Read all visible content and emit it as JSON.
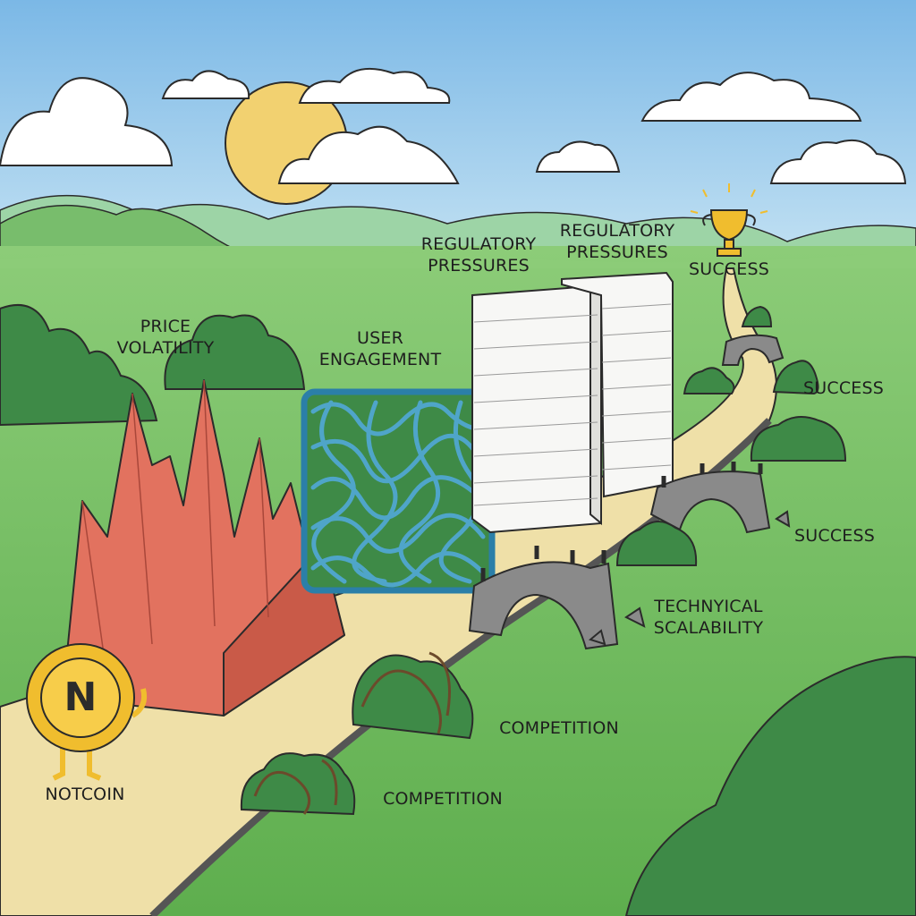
{
  "labels": {
    "price_volatility": [
      "PRICE",
      "VOLATILITY"
    ],
    "user_engagement": [
      "USER",
      "ENGAGEMENT"
    ],
    "regulatory_1": [
      "REGULATORY",
      "PRESSURES"
    ],
    "regulatory_2": [
      "REGULATORY",
      "PRESSURES"
    ],
    "success_1": "SUCCESS",
    "success_2": "SUCCESS",
    "success_3": "SUCCESS",
    "technical": [
      "TECHNYICAL",
      "SCALABILITY"
    ],
    "competition_1": "COMPETITION",
    "competition_2": "COMPETITION",
    "notcoin": "NOTCOIN",
    "coin_letter": "N"
  },
  "colors": {
    "sky": "#8fc6ea",
    "sun": "#f2d170",
    "grass": "#6ab85a",
    "path": "#efe0a8",
    "spikes": "#e2725f",
    "tangle": "#4fa5c9",
    "paper": "#f7f7f5",
    "bridge": "#8a8a8a",
    "bush": "#3e8a47",
    "coin": "#f0bd2e"
  },
  "icons": [
    "trophy-icon",
    "coin-icon",
    "sun-icon",
    "cloud-icon",
    "bush-icon",
    "thorn-icon"
  ]
}
